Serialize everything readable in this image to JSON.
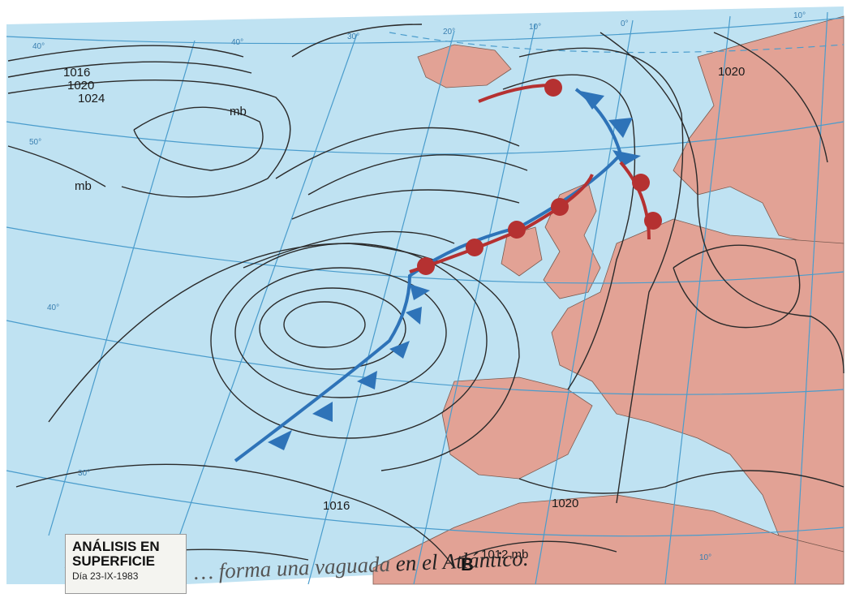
{
  "map": {
    "isobar_labels": [
      "1016",
      "1020",
      "1024",
      "mb",
      "mb",
      "1020",
      "1016",
      "1020",
      "1012 mb"
    ],
    "low_pressure_label": "B",
    "degree_labels": [
      "40°",
      "30°",
      "20°",
      "10°",
      "0°",
      "10°",
      "40°",
      "50°",
      "40°",
      "30°",
      "10°"
    ],
    "colors": {
      "sea": "#bfe2f2",
      "land": "#e2a295",
      "cold_front": "#2e73b8",
      "warm_front": "#b53131",
      "isobar": "#2a2a2a",
      "graticule": "#4a9ccc"
    }
  },
  "legend": {
    "title_line1": "ANÁLISIS EN",
    "title_line2": "SUPERFICIE",
    "date": "Día 23-IX-1983"
  },
  "caption": {
    "text_faded": "… forma una vaguada",
    "text_main": " en el Atlántico."
  }
}
